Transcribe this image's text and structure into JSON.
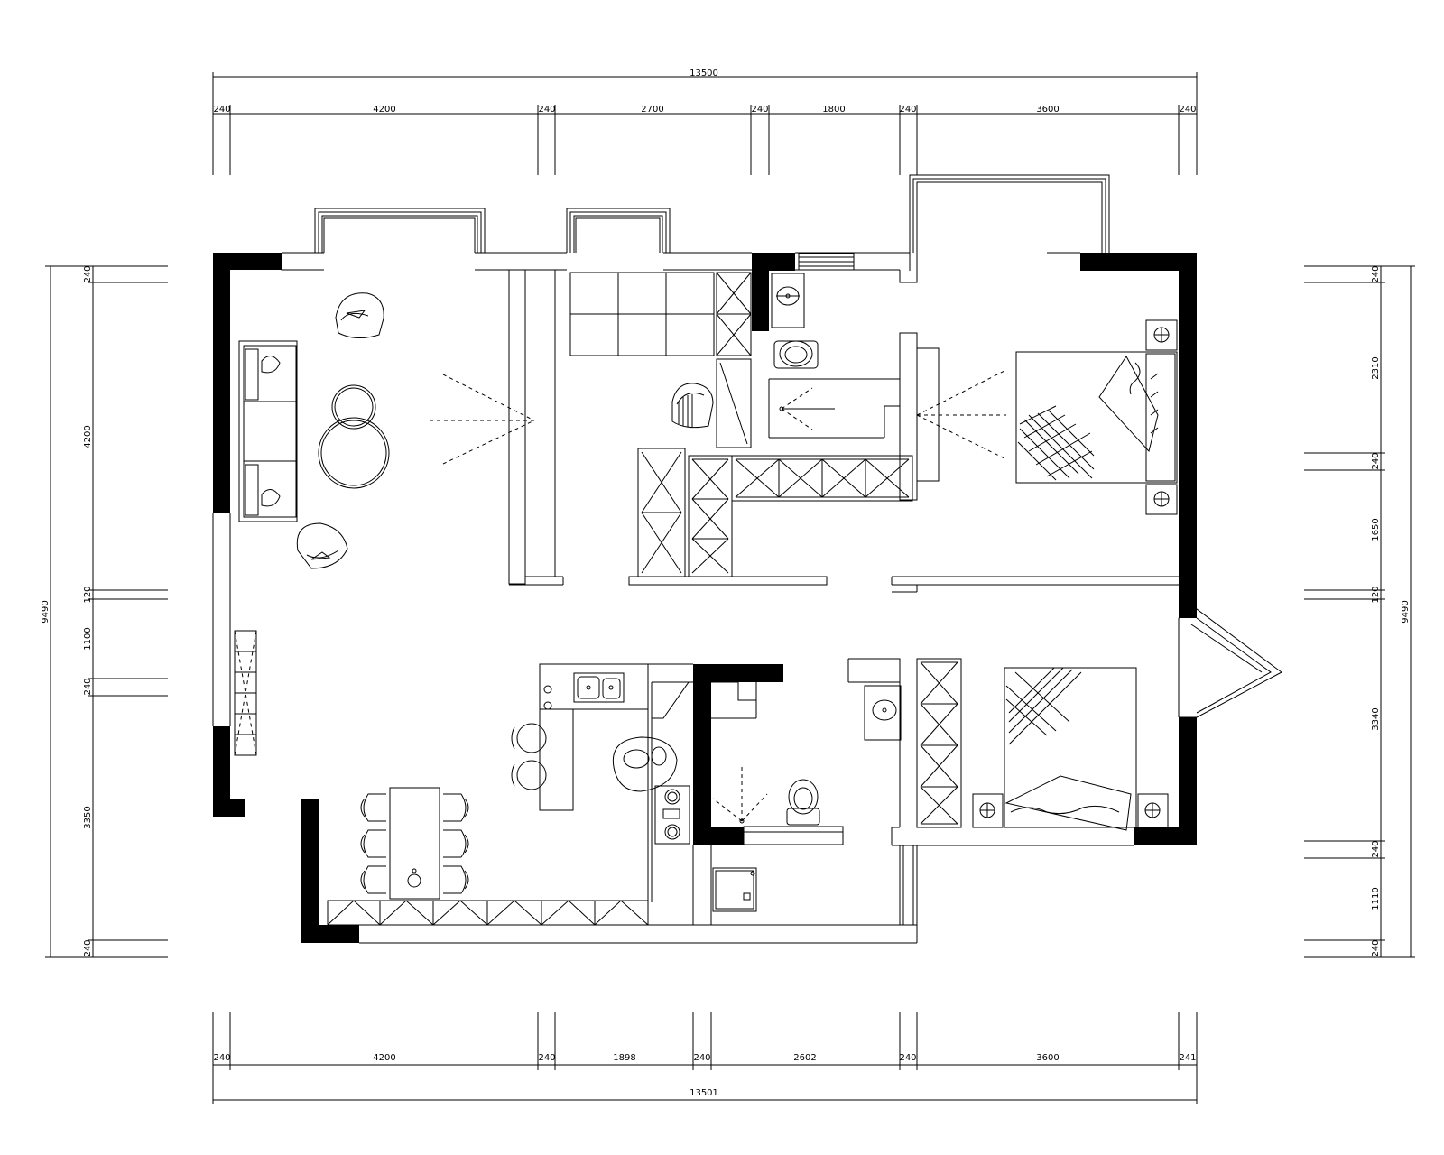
{
  "dimensions": {
    "top_total": "13500",
    "top_segments": [
      "240",
      "4200",
      "240",
      "2700",
      "240",
      "1800",
      "240",
      "3600",
      "240"
    ],
    "bottom_total": "13501",
    "bottom_segments": [
      "240",
      "4200",
      "240",
      "1898",
      "240",
      "2602",
      "240",
      "3600",
      "241"
    ],
    "left_total": "9490",
    "left_segments": [
      "240",
      "4200",
      "120",
      "1100",
      "240",
      "3350",
      "240"
    ],
    "right_total": "9490",
    "right_segments": [
      "240",
      "2310",
      "240",
      "1650",
      "120",
      "3340",
      "240",
      "1110",
      "240"
    ]
  }
}
